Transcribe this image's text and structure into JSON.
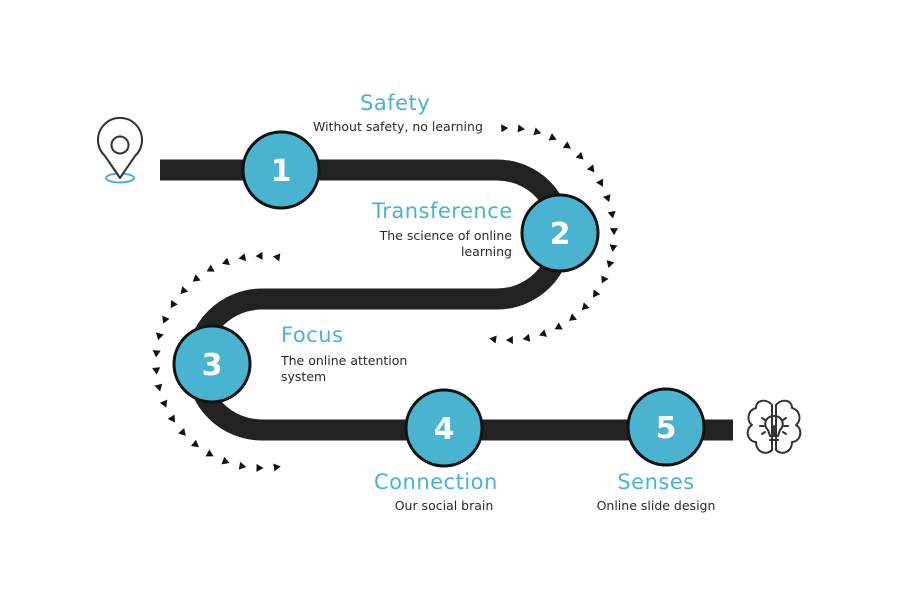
{
  "colors": {
    "accent": "#4ab3cf",
    "road": "#222222",
    "text": "#2a2a2a",
    "background": "#ffffff"
  },
  "start_icon": "map-pin-icon",
  "end_icon": "brain-lightbulb-icon",
  "steps": [
    {
      "number": "1",
      "title": "Safety",
      "description": "Without safety, no learning"
    },
    {
      "number": "2",
      "title": "Transference",
      "description": "The science of online learning"
    },
    {
      "number": "3",
      "title": "Focus",
      "description": "The online attention system"
    },
    {
      "number": "4",
      "title": "Connection",
      "description": "Our social brain"
    },
    {
      "number": "5",
      "title": "Senses",
      "description": "Online slide design"
    }
  ]
}
